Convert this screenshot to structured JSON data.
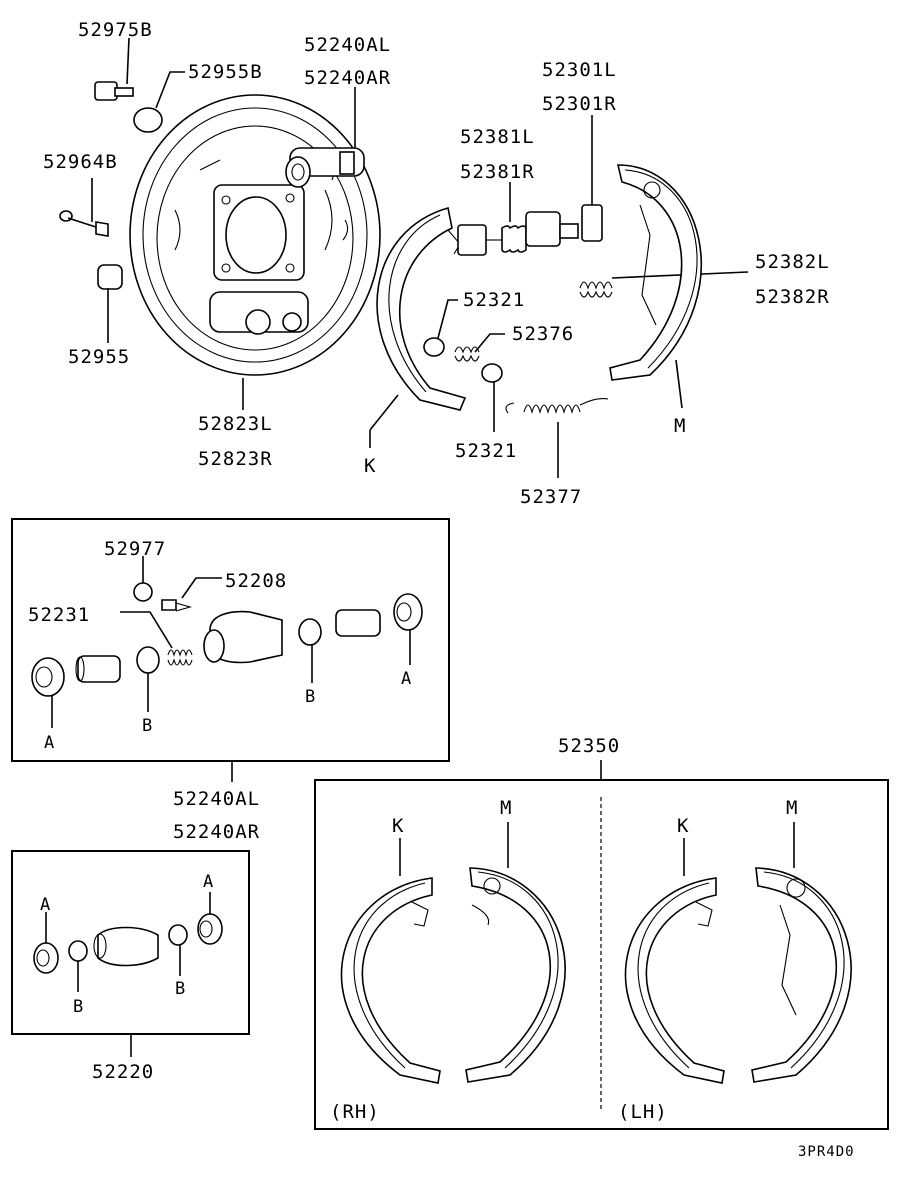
{
  "parts": {
    "p52975B": "52975B",
    "p52955B": "52955B",
    "p52964B": "52964B",
    "p52955": "52955",
    "p52240AL": "52240AL",
    "p52240AR": "52240AR",
    "p52823L": "52823L",
    "p52823R": "52823R",
    "p52301L": "52301L",
    "p52301R": "52301R",
    "p52381L": "52381L",
    "p52381R": "52381R",
    "p52382L": "52382L",
    "p52382R": "52382R",
    "p52321a": "52321",
    "p52321b": "52321",
    "p52376": "52376",
    "p52377": "52377",
    "K": "K",
    "M": "M"
  },
  "cylinder_box": {
    "p52977": "52977",
    "p52208": "52208",
    "p52231": "52231",
    "A": "A",
    "B": "B",
    "assy_l": "52240AL",
    "assy_r": "52240AR"
  },
  "kit_box": {
    "A": "A",
    "B": "B",
    "code": "52220"
  },
  "shoe_set_box": {
    "code": "52350",
    "K": "K",
    "M": "M",
    "rh": "(RH)",
    "lh": "(LH)"
  },
  "figure_code": "3PR4D0"
}
